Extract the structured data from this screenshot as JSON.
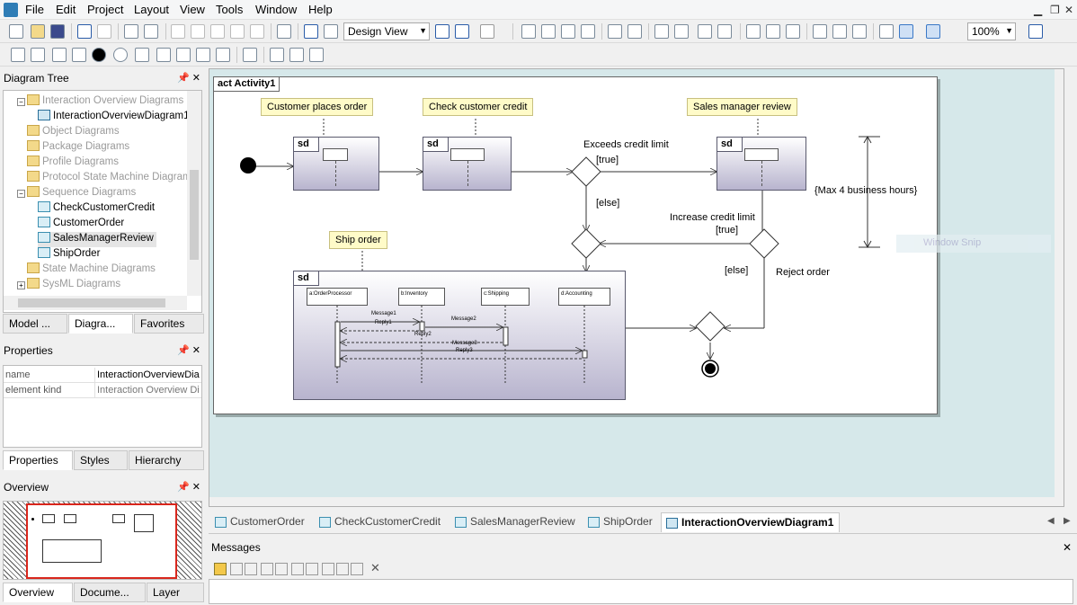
{
  "menu": [
    "File",
    "Edit",
    "Project",
    "Layout",
    "View",
    "Tools",
    "Window",
    "Help"
  ],
  "toolbar": {
    "view_mode": "Design View",
    "zoom": "100%"
  },
  "diagram_tree": {
    "title": "Diagram Tree",
    "items": [
      {
        "label": "Interaction Overview Diagrams",
        "icon": "folder-icon",
        "muted": true
      },
      {
        "label": "InteractionOverviewDiagram1",
        "icon": "iod-icon",
        "muted": false
      },
      {
        "label": "Object Diagrams",
        "icon": "folder-icon",
        "muted": true
      },
      {
        "label": "Package Diagrams",
        "icon": "folder-icon",
        "muted": true
      },
      {
        "label": "Profile Diagrams",
        "icon": "folder-icon",
        "muted": true
      },
      {
        "label": "Protocol State Machine Diagrams",
        "icon": "folder-icon",
        "muted": true
      },
      {
        "label": "Sequence Diagrams",
        "icon": "folder-icon",
        "muted": true
      },
      {
        "label": "CheckCustomerCredit",
        "icon": "sequence-icon",
        "muted": false
      },
      {
        "label": "CustomerOrder",
        "icon": "sequence-icon",
        "muted": false
      },
      {
        "label": "SalesManagerReview",
        "icon": "sequence-icon",
        "muted": false
      },
      {
        "label": "ShipOrder",
        "icon": "sequence-icon",
        "muted": false
      },
      {
        "label": "State Machine Diagrams",
        "icon": "folder-icon",
        "muted": true
      },
      {
        "label": "SysML Diagrams",
        "icon": "folder-icon",
        "muted": true
      }
    ],
    "tabs": [
      "Model ...",
      "Diagra...",
      "Favorites"
    ]
  },
  "properties": {
    "title": "Properties",
    "rows": [
      {
        "key": "name",
        "value": "InteractionOverviewDia"
      },
      {
        "key": "element kind",
        "value": "Interaction Overview Di"
      }
    ],
    "tabs": [
      "Properties",
      "Styles",
      "Hierarchy"
    ]
  },
  "overview": {
    "title": "Overview",
    "tabs": [
      "Overview",
      "Docume...",
      "Layer"
    ]
  },
  "diagram": {
    "frame_label": "act Activity1",
    "notes": {
      "customer_places_order": "Customer places order",
      "check_customer_credit": "Check customer credit",
      "sales_manager_review": "Sales manager review",
      "ship_order": "Ship order"
    },
    "sd_tag": "sd",
    "guards": {
      "exceeds_credit_limit": "Exceeds credit limit",
      "true1": "[true]",
      "else1": "[else]",
      "increase_credit_limit": "Increase credit limit",
      "true2": "[true]",
      "else2": "[else]",
      "reject_order": "Reject order",
      "max_hours": "{Max 4 business hours}"
    },
    "ship_lifelines": [
      "a:OrderProcessor",
      "b:Inventory",
      "c:Shipping",
      "d:Accounting"
    ],
    "ship_messages": [
      "Message1",
      "Reply1",
      "Message2",
      "Reply2",
      "Message3",
      "Reply3"
    ],
    "window_snip": "Window Snip"
  },
  "doc_tabs": [
    "CustomerOrder",
    "CheckCustomerCredit",
    "SalesManagerReview",
    "ShipOrder",
    "InteractionOverviewDiagram1"
  ],
  "messages": {
    "title": "Messages"
  }
}
